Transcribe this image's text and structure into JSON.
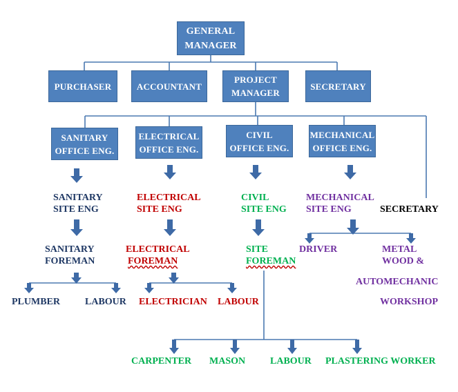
{
  "colors": {
    "box_fill": "#4f81bd",
    "box_text": "#ffffff",
    "connector": "#4a78b0",
    "arrow": "#3e6aa6",
    "sanitary": "#1f3864",
    "electrical": "#c00000",
    "civil": "#00b050",
    "mechanical": "#7030a0",
    "secretary": "#000000"
  },
  "boxes": {
    "general_manager": "GENERAL\nMANAGER",
    "purchaser": "PURCHASER",
    "accountant": "ACCOUNTANT",
    "project_manager": "PROJECT\nMANAGER",
    "secretary": "SECRETARY",
    "sanitary_office_eng": "SANITARY\nOFFICE ENG.",
    "electrical_office_eng": "ELECTRICAL\nOFFICE ENG.",
    "civil_office_eng": "CIVIL\nOFFICE ENG.",
    "mechanical_office_eng": "MECHANICAL\nOFFICE ENG."
  },
  "labels": {
    "sanitary_site_eng": "SANITARY\nSITE ENG",
    "electrical_site_eng": "ELECTRICAL\nSITE ENG",
    "civil_site_eng": "CIVIL\nSITE ENG",
    "mechanical_site_eng": "MECHANICAL\nSITE ENG",
    "secretary_2": "SECRETARY",
    "sanitary_foreman": "SANITARY\nFOREMAN",
    "electrical_foreman_l1": "ELECTRICAL",
    "electrical_foreman_l2": "FOREMAN",
    "site_foreman_l1": "SITE",
    "site_foreman_l2": "FOREMAN",
    "driver": "DRIVER",
    "metal_wood": "METAL\nWOOD &",
    "automechanic": "AUTOMECHANIC",
    "workshop": "WORKSHOP",
    "plumber": "PLUMBER",
    "sanitary_labour": "LABOUR",
    "electrician": "ELECTRICIAN",
    "electrical_labour": "LABOUR",
    "carpenter": "CARPENTER",
    "mason": "MASON",
    "civil_labour": "LABOUR",
    "plastering_worker": "PLASTERING WORKER"
  }
}
